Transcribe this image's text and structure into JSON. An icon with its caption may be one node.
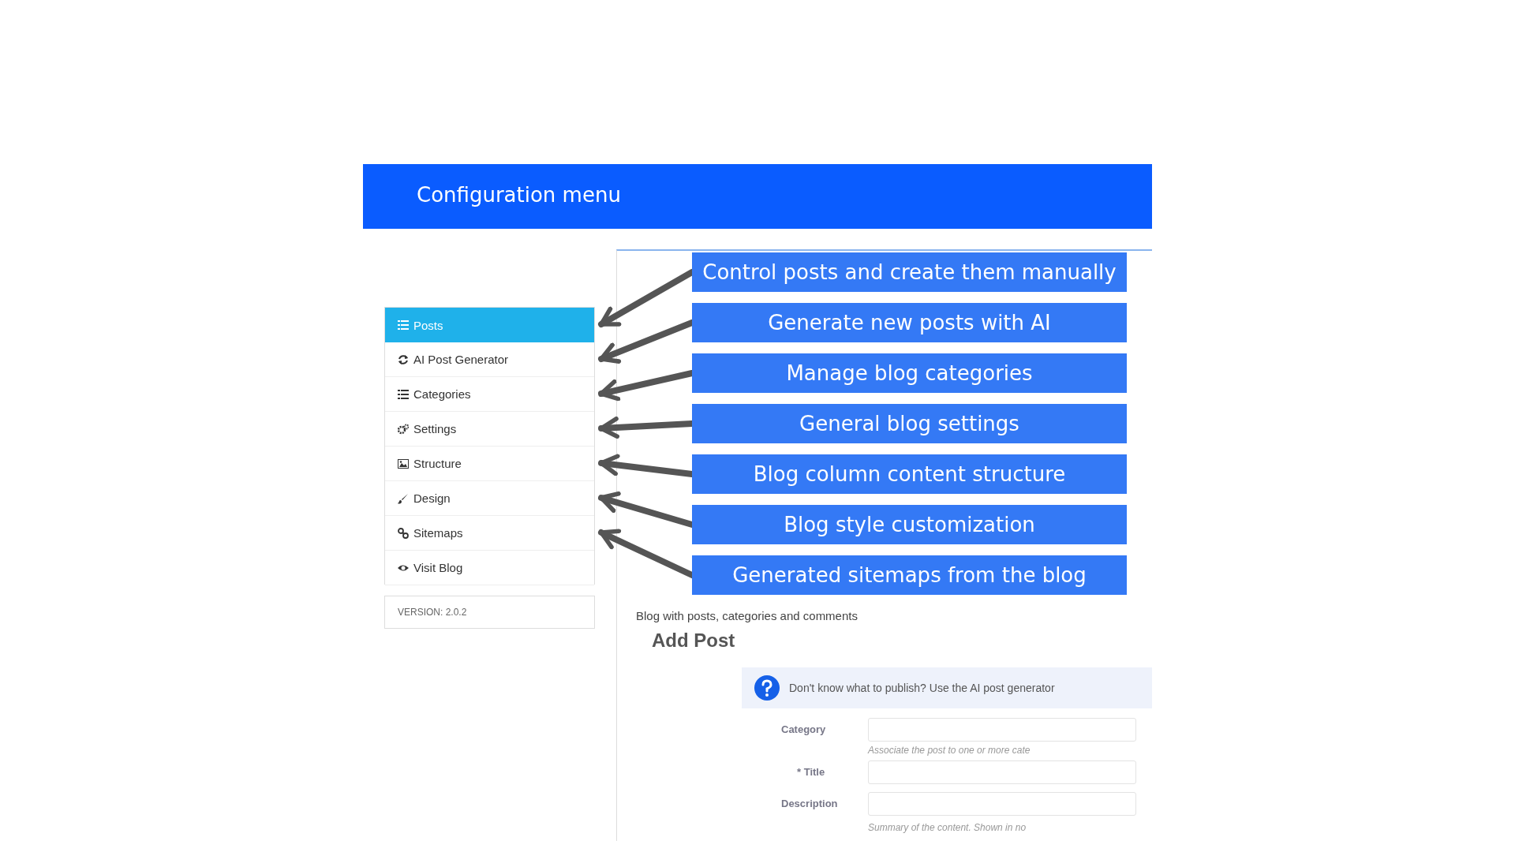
{
  "diagram": {
    "title": "Configuration menu",
    "nodes": [
      {
        "text": [],
        "shape": "box"
      },
      {
        "text": [
          "Posts"
        ],
        "in": 0
      },
      {
        "text": [
          "AI Post Generator"
        ],
        "in": 0
      },
      {
        "text": [
          "Categories"
        ],
        "in": 0
      },
      {
        "text": [
          "Settings"
        ],
        "in": 0
      },
      {
        "text": [
          "Structure"
        ],
        "in": 0
      },
      {
        "text": [
          "Design"
        ],
        "in": 0
      },
      {
        "text": [
          "Sitemaps"
        ],
        "in": 0
      },
      {
        "text": [
          "Visit Blog"
        ],
        "in": 0
      },
      {
        "text": [
          "VERSION: 2.0.2"
        ]
      },
      {
        "text": [
          "Control posts and create them manually"
        ]
      },
      {
        "text": [
          "Generate new posts with AI"
        ]
      },
      {
        "text": [
          "Manage blog categories"
        ]
      },
      {
        "text": [
          "General blog settings"
        ]
      },
      {
        "text": [
          "Blog column content structure"
        ]
      },
      {
        "text": [
          "Blog style customization"
        ]
      },
      {
        "text": [
          "Generated sitemaps from the blog"
        ]
      }
    ],
    "edges": [
      {
        "from": 10,
        "to": 1,
        "arrow": "to"
      },
      {
        "from": 11,
        "to": 2,
        "arrow": "to"
      },
      {
        "from": 12,
        "to": 3,
        "arrow": "to"
      },
      {
        "from": 13,
        "to": 4,
        "arrow": "to"
      },
      {
        "from": 14,
        "to": 5,
        "arrow": "to"
      },
      {
        "from": 15,
        "to": 6,
        "arrow": "to"
      },
      {
        "from": 16,
        "to": 7,
        "arrow": "to"
      }
    ],
    "labels": [
      "Blog with posts, categories and comments",
      "Add Post",
      "Don't know what to publish? Use the AI post generator",
      "Category",
      "Associate the post to one or more cate",
      "* Title",
      "Description",
      "Summary of the content. Shown in no"
    ]
  }
}
